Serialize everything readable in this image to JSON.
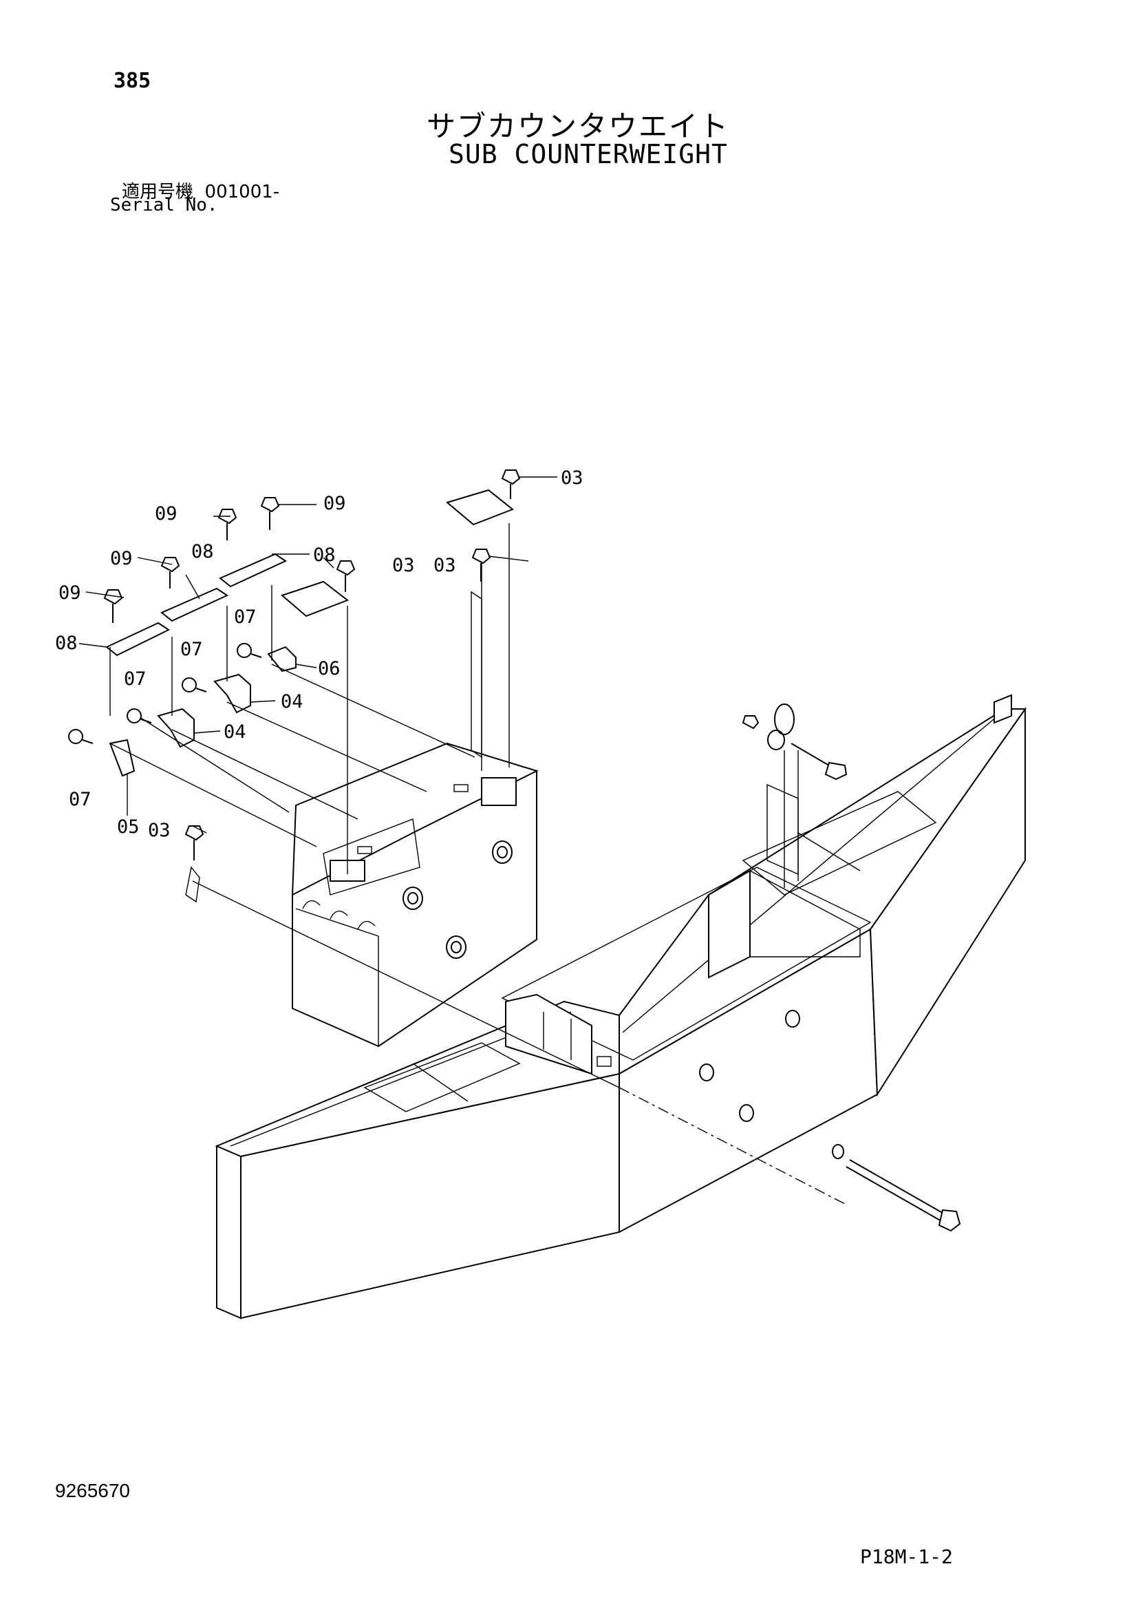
{
  "header": {
    "page_number": "385",
    "title_jp": "サブカウンタウエイト",
    "title_en": "SUB COUNTERWEIGHT",
    "serial_label_jp": "適用号機",
    "serial_value": "001001-",
    "serial_label_en": "Serial No."
  },
  "callouts": {
    "c03a": "03",
    "c03b": "03",
    "c03c": "03",
    "c03d": "03",
    "c09a": "09",
    "c09b": "09",
    "c09c": "09",
    "c09d": "09",
    "c08a": "08",
    "c08b": "08",
    "c08c": "08",
    "c07a": "07",
    "c07b": "07",
    "c07c": "07",
    "c07d": "07",
    "c06": "06",
    "c04a": "04",
    "c04b": "04",
    "c05": "05"
  },
  "footer": {
    "doc_number": "9265670",
    "page_code": "P18M-1-2"
  }
}
